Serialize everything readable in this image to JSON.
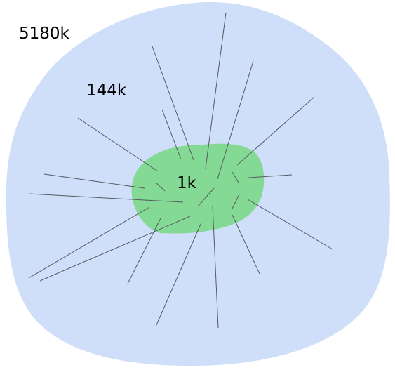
{
  "diagram": {
    "outer_region": {
      "label": "5180k",
      "color": "#cfdffa"
    },
    "middle_region": {
      "label": "144k"
    },
    "inner_region": {
      "label": "1k",
      "color": "#84d994"
    },
    "ray_color": "#555a60"
  }
}
